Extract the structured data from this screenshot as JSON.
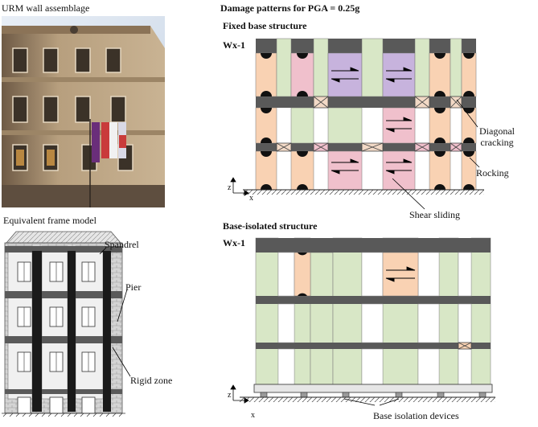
{
  "left_panel": {
    "photo_title": "URM wall assemblage",
    "model_title": "Equivalent frame model",
    "callouts": {
      "spandrel": "Spandrel",
      "pier": "Pier",
      "rigid_zone": "Rigid zone"
    }
  },
  "right_panel": {
    "heading": "Damage patterns for PGA = 0.25g",
    "fixed": {
      "title": "Fixed base structure",
      "wall_id": "Wx-1",
      "callouts": {
        "diagonal_cracking": "Diagonal\ncracking",
        "rocking": "Rocking",
        "shear_sliding": "Shear sliding"
      }
    },
    "isolated": {
      "title": "Base-isolated structure",
      "wall_id": "Wx-1",
      "callouts": {
        "base_isolation_devices": "Base isolation devices"
      }
    },
    "axes": {
      "z": "z",
      "x": "x"
    }
  },
  "colors": {
    "spandrel_dark": "#595959",
    "no_damage": "#d8e7c6",
    "rocking": "#f9d2b3",
    "shear": "#f0c0cc",
    "shear_violet": "#c7b3dd",
    "rigid_node": "#f2d9c6",
    "rigid_node_pink": "#f0c0cc"
  }
}
